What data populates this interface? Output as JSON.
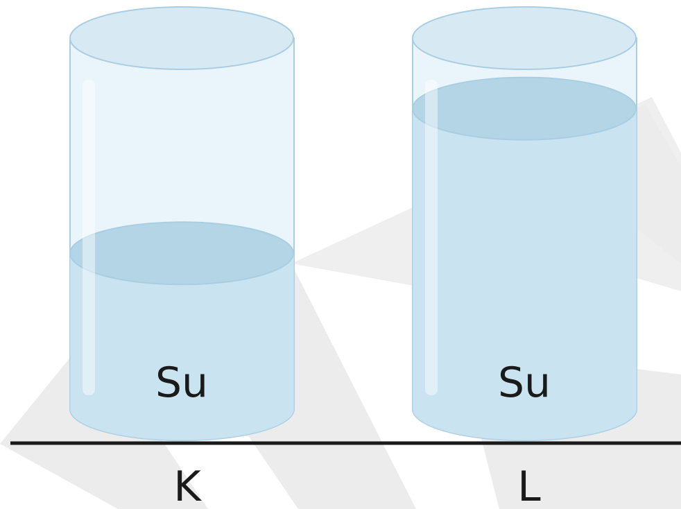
{
  "containers": [
    {
      "label": "K",
      "liquid": "Su",
      "fill_fraction": 0.42
    },
    {
      "label": "L",
      "liquid": "Su",
      "fill_fraction": 0.81
    }
  ],
  "colors": {
    "glass_edge": "#a9cde2",
    "glass_fill": "#e9f5fb",
    "water_fill": "#c3dfee",
    "water_surface": "#b4d5e6",
    "ground_line": "#1a1a1a",
    "watermark": "#ececec",
    "text": "#1a1a1a"
  }
}
